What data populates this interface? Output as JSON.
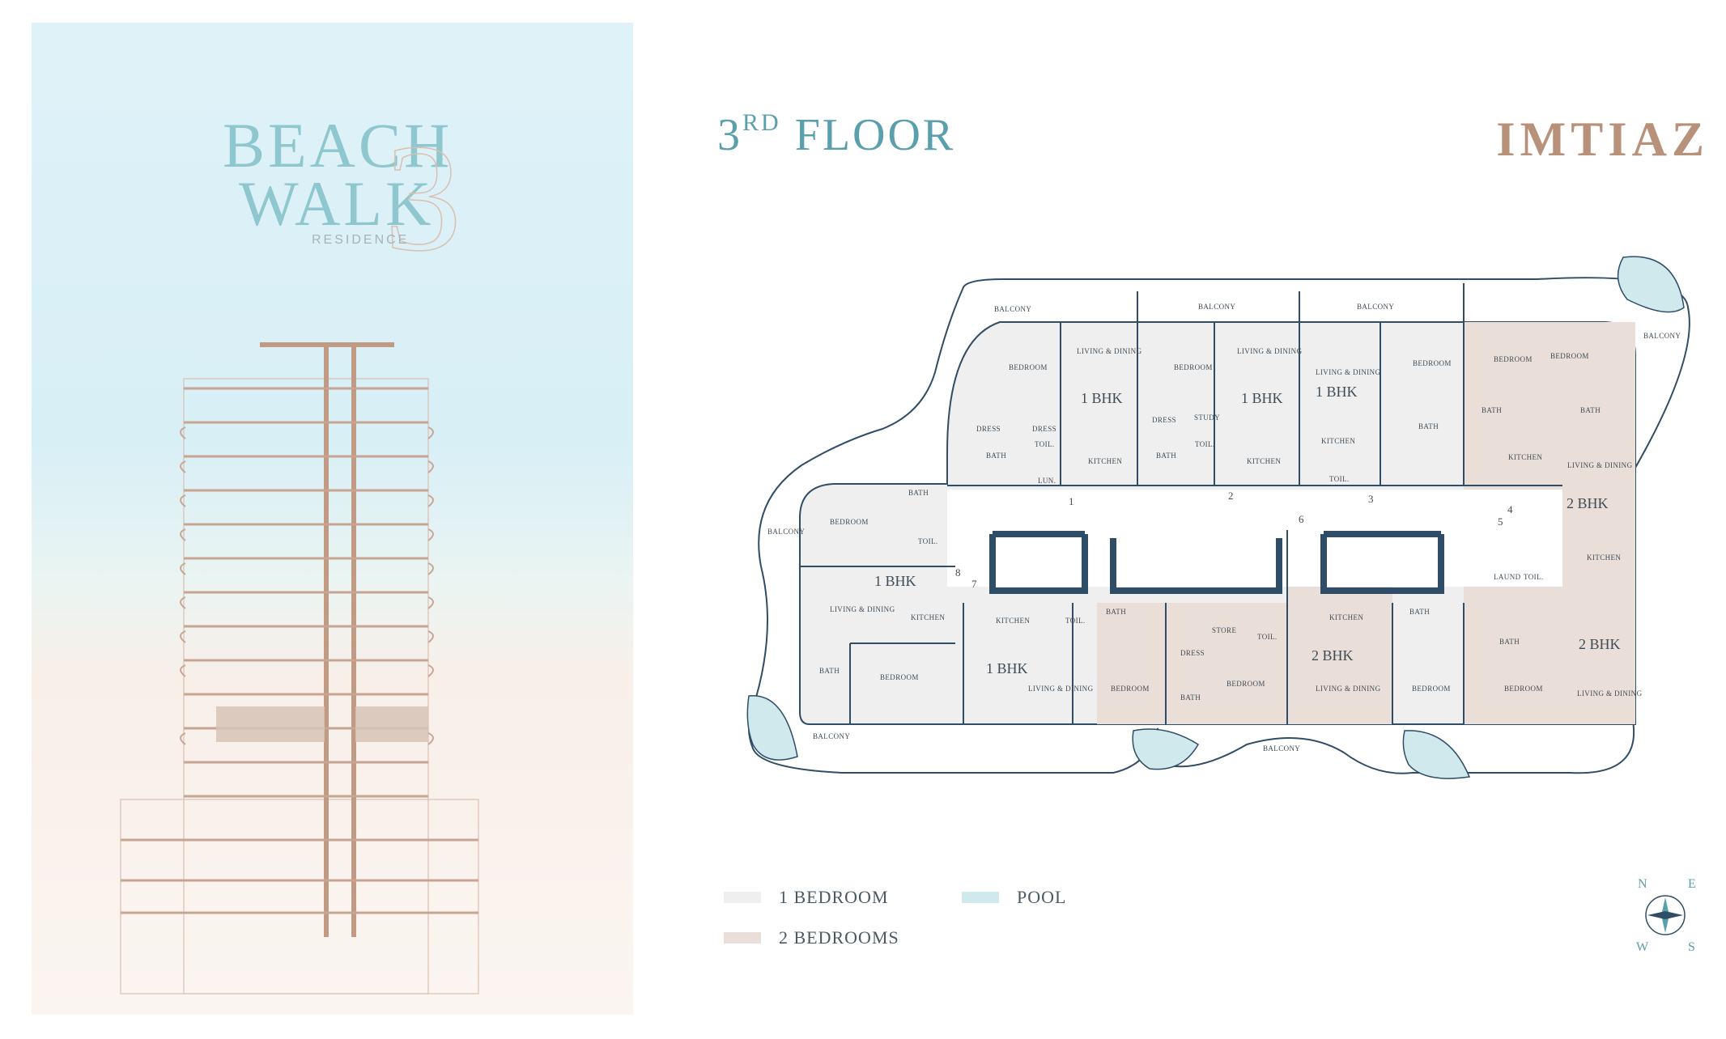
{
  "project": {
    "logo_line1": "BEACH",
    "logo_line2": "WALK",
    "logo_number": "3",
    "logo_sub": "RESIDENCE"
  },
  "floor": {
    "number": "3",
    "suffix": "RD",
    "word": "FLOOR"
  },
  "brand": "IMTIAZ",
  "colors": {
    "one_bedroom": "#efefef",
    "two_bedroom": "#eadfd8",
    "pool": "#cfe9ec",
    "wall": "#2f4d66",
    "accent": "#c19a84"
  },
  "units": [
    {
      "label": "1 BHK"
    },
    {
      "label": "1 BHK"
    },
    {
      "label": "1 BHK"
    },
    {
      "label": "2 BHK"
    },
    {
      "label": "1 BHK"
    },
    {
      "label": "1 BHK"
    },
    {
      "label": "2 BHK"
    },
    {
      "label": "2 BHK"
    }
  ],
  "rooms": {
    "balcony": "BALCONY",
    "bedroom": "BEDROOM",
    "living_dining": "LIVING & DINING",
    "kitchen": "KITCHEN",
    "bath": "BATH",
    "toil": "TOIL.",
    "dress": "DRESS",
    "study": "STUDY",
    "lun": "LUN.",
    "laund": "LAUND",
    "store": "STORE"
  },
  "doors": [
    "1",
    "2",
    "3",
    "4",
    "5",
    "6",
    "7",
    "8"
  ],
  "legend": [
    {
      "label": "1 BEDROOM",
      "color": "#efefef"
    },
    {
      "label": "POOL",
      "color": "#cfe9ec"
    },
    {
      "label": "2 BEDROOMS",
      "color": "#eadfd8"
    }
  ],
  "compass": [
    "N",
    "E",
    "S",
    "W"
  ]
}
